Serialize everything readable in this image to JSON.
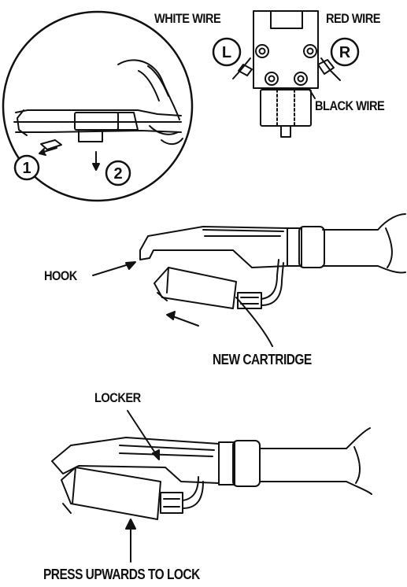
{
  "labels": {
    "white_wire": "WHITE WIRE",
    "red_wire": "RED WIRE",
    "black_wire": "BLACK WIRE",
    "hook": "HOOK",
    "new_cartridge": "NEW CARTRIDGE",
    "locker": "LOCKER",
    "press_upwards": "PRESS UPWARDS TO LOCK"
  },
  "markers": {
    "left_channel": "L",
    "right_channel": "R",
    "step_1": "1",
    "step_2": "2"
  }
}
